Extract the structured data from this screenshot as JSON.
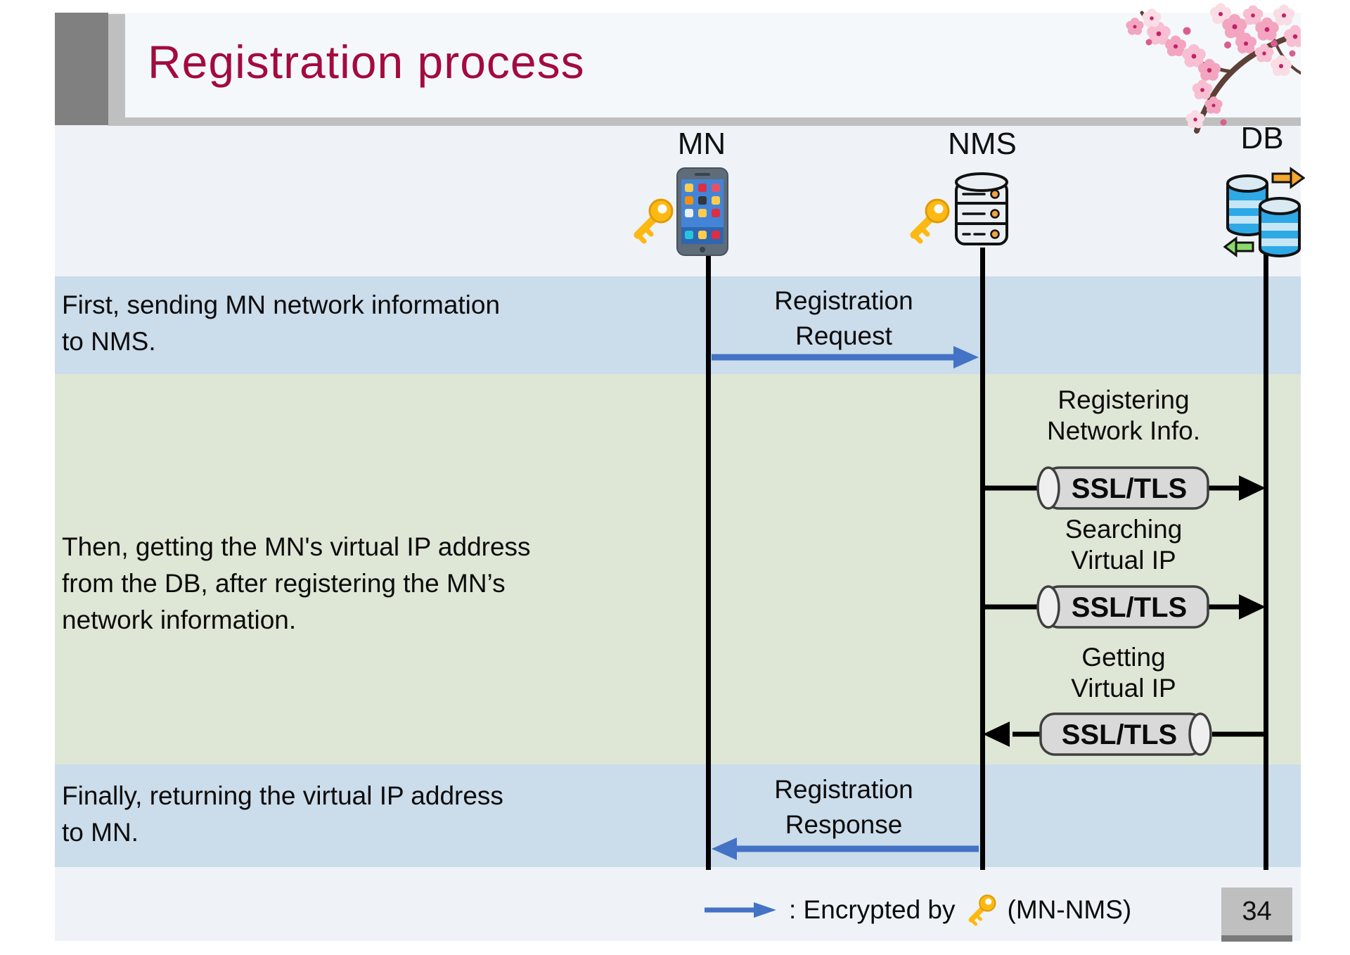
{
  "slide": {
    "title": "Registration process",
    "page_number": "34"
  },
  "actors": [
    {
      "id": "mn",
      "label": "MN",
      "icon": "smartphone-icon",
      "has_key": true
    },
    {
      "id": "nms",
      "label": "NMS",
      "icon": "server-icon",
      "has_key": true
    },
    {
      "id": "db",
      "label": "DB",
      "icon": "database-icon",
      "has_key": false
    }
  ],
  "steps": [
    {
      "text": "First, sending MN network information to NMS."
    },
    {
      "text": "Then, getting the MN's virtual IP address from the DB, after registering the MN’s network information."
    },
    {
      "text": "Finally, returning the virtual IP address to MN."
    }
  ],
  "messages": [
    {
      "label": "Registration Request",
      "from": "MN",
      "to": "NMS",
      "encrypted": true
    },
    {
      "label": "Registration Response",
      "from": "NMS",
      "to": "MN",
      "encrypted": true
    }
  ],
  "operations": [
    {
      "label": "Registering Network Info.",
      "tunnel": "SSL/TLS",
      "from": "NMS",
      "to": "DB"
    },
    {
      "label": "Searching Virtual IP",
      "tunnel": "SSL/TLS",
      "from": "NMS",
      "to": "DB"
    },
    {
      "label": "Getting Virtual IP",
      "tunnel": "SSL/TLS",
      "from": "DB",
      "to": "NMS"
    }
  ],
  "legend": {
    "label": ": Encrypted by",
    "scope": "(MN-NMS)"
  },
  "colors": {
    "accent_blue": "#4472C4",
    "title_maroon": "#A30B3E",
    "band_blue": "#CBDCEB",
    "band_green": "#DEE7D5",
    "cylinder_gray": "#D9D9D9",
    "key_gold": "#FDB913",
    "db_blue": "#2EA9E5"
  },
  "icons": {
    "decoration": "cherry-blossom"
  }
}
